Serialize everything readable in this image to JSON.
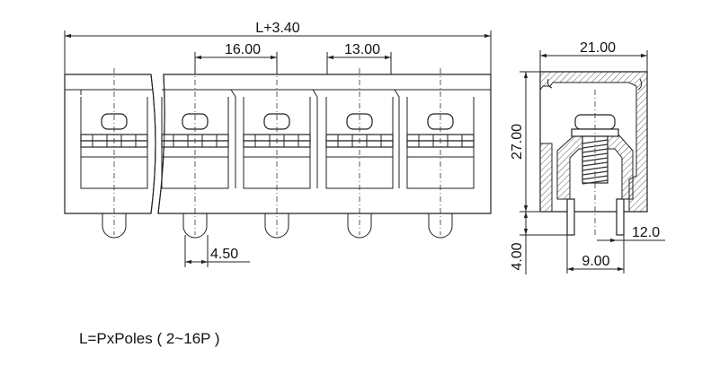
{
  "dimensions": {
    "overall_length": "L+3.40",
    "pitch_a": "16.00",
    "pitch_b": "13.00",
    "pin_offset": "4.50",
    "side_width": "21.00",
    "side_height": "27.00",
    "pin_length": "4.00",
    "pin_pitch": "9.00",
    "pin_width": "12.0"
  },
  "note": "L=PxPoles ( 2~16P )",
  "colors": {
    "line": "#222222",
    "background": "#ffffff"
  }
}
